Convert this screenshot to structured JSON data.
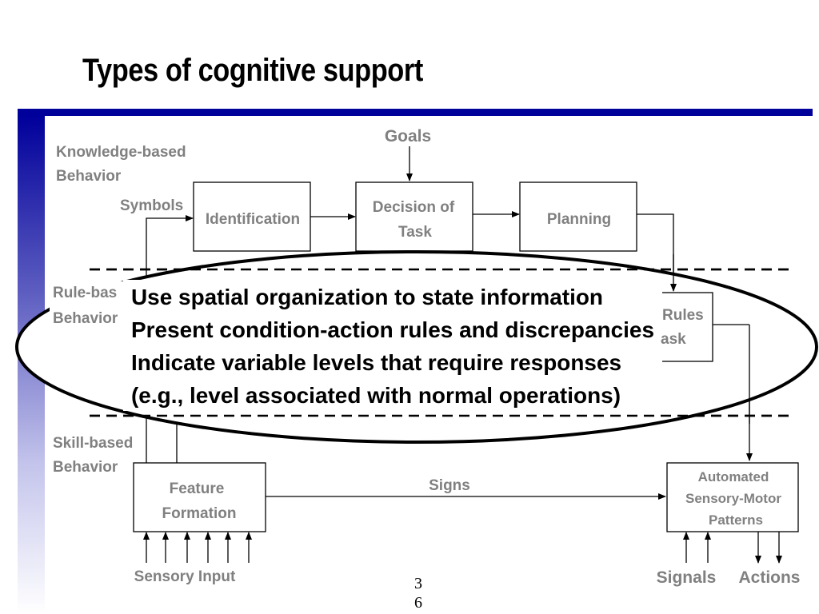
{
  "slide": {
    "title": "Types of cognitive support",
    "page_number_line1": "3",
    "page_number_line2": "6"
  },
  "diagram": {
    "levels": {
      "knowledge_line1": "Knowledge-based",
      "knowledge_line2": "Behavior",
      "rule_line1": "Rule-bas",
      "rule_line2": "Behavior",
      "skill_line1": "Skill-based",
      "skill_line2": "Behavior"
    },
    "inputs": {
      "goals": "Goals",
      "symbols": "Symbols",
      "signs": "Signs",
      "sensory_input": "Sensory Input",
      "signals": "Signals",
      "actions": "Actions"
    },
    "boxes": {
      "identification": "Identification",
      "decision_line1": "Decision of",
      "decision_line2": "Task",
      "planning": "Planning",
      "rules_line1": "Rules",
      "rules_line2": "ask",
      "feature_line1": "Feature",
      "feature_line2": "Formation",
      "automated_line1": "Automated",
      "automated_line2": "Sensory-Motor",
      "automated_line3": "Patterns"
    }
  },
  "overlay": {
    "lines": [
      "Use spatial organization to state information",
      "Present condition-action rules and discrepancies",
      "Indicate variable levels that require responses",
      "(e.g., level associated with normal operations)"
    ]
  }
}
